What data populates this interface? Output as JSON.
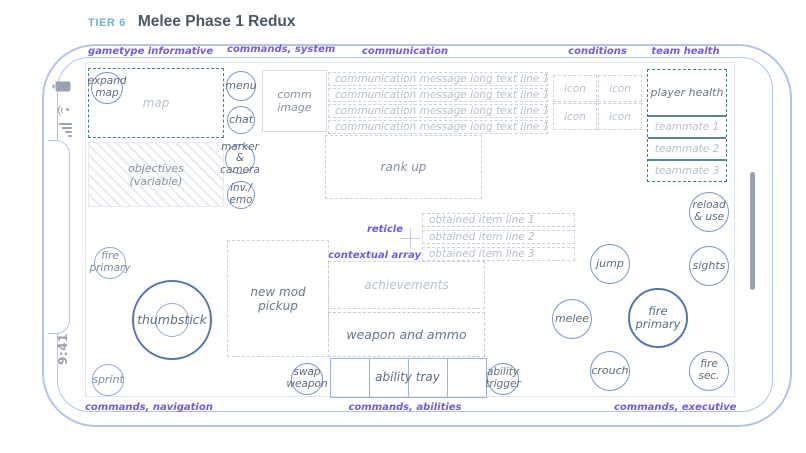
{
  "header": {
    "tier": "TIER 6",
    "title": "Melee Phase 1 Redux"
  },
  "phone": {
    "time": "9:41"
  },
  "zones": {
    "gametype_informative": "gametype informative",
    "commands_system": "commands, system",
    "communication": "communication",
    "conditions": "conditions",
    "team_health": "team health",
    "commands_navigation": "commands, navigation",
    "commands_abilities": "commands, abilities",
    "commands_executive": "commands, executive"
  },
  "hud": {
    "expand_map": "expand map",
    "map": "map",
    "objectives": "objectives (variable)",
    "menu": "menu",
    "chat": "chat",
    "marker_camera": "marker & camera",
    "inv_emo": "inv./ emo",
    "comm_image": "comm image",
    "comm_lines": [
      "communication message long text line 1",
      "communication message long text line 1",
      "communication message long text line 1",
      "communication message long text line 1"
    ],
    "condition_icons": [
      "icon",
      "icon",
      "icon",
      "icon"
    ],
    "player_health": "player health",
    "teammates": [
      "teammate 1",
      "teammate 2",
      "teammate 3"
    ],
    "rank_up": "rank up",
    "reticle_label": "reticle",
    "obtained_items": [
      "obtained item line 1",
      "obtained item line 2",
      "obtained item line 3"
    ],
    "contextual_array": "contextual array",
    "achievements": "achievements",
    "weapon_ammo": "weapon and ammo",
    "ability_tray": "ability tray",
    "new_mod_pickup": "new mod pickup",
    "thumbstick": "thumbstick",
    "fire_primary_left": "fire primary",
    "sprint": "sprint",
    "swap_weapon": "swap weapon",
    "ability_trigger": "ability trigger",
    "reload_use": "reload & use",
    "jump": "jump",
    "sights": "sights",
    "melee": "melee",
    "fire_primary_right": "fire primary",
    "crouch": "crouch",
    "fire_sec": "fire sec."
  },
  "colors": {
    "accent_purple": "#7458e8",
    "teal_border": "#47808a",
    "circle_blue": "#7b97c9",
    "strong_blue": "#5577b0",
    "frame_blue": "#b0c5e8",
    "placeholder_gray": "#b9c1cc",
    "label_gray": "#5f6d7f",
    "tier_blue": "#6fb0d6"
  }
}
